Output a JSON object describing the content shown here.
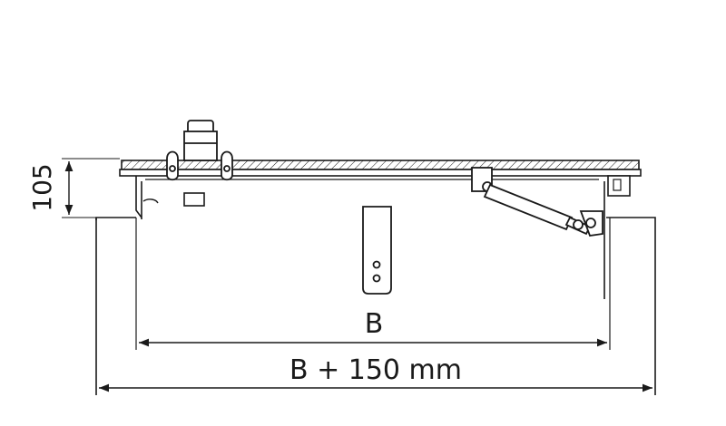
{
  "dimensions": {
    "height_label": "105",
    "inner_width_label": "B",
    "outer_width_label": "B + 150 mm"
  },
  "colors": {
    "line": "#1a1a1a",
    "background": "#ffffff"
  }
}
